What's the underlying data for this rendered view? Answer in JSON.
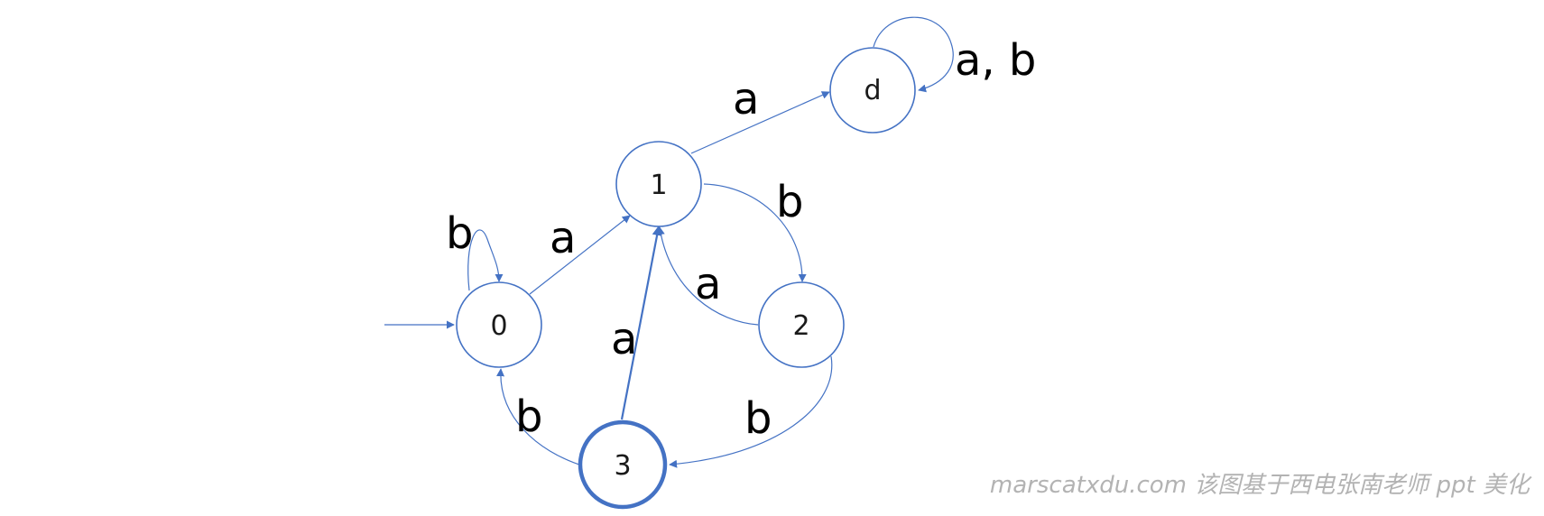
{
  "diagram": {
    "states": [
      {
        "id": "0",
        "label": "0",
        "start": true,
        "accepting": false
      },
      {
        "id": "1",
        "label": "1",
        "start": false,
        "accepting": false
      },
      {
        "id": "2",
        "label": "2",
        "start": false,
        "accepting": false
      },
      {
        "id": "3",
        "label": "3",
        "start": false,
        "accepting": true
      },
      {
        "id": "d",
        "label": "d",
        "start": false,
        "accepting": false
      }
    ],
    "transitions": [
      {
        "from": "0",
        "to": "0",
        "label": "b"
      },
      {
        "from": "0",
        "to": "1",
        "label": "a"
      },
      {
        "from": "1",
        "to": "d",
        "label": "a"
      },
      {
        "from": "1",
        "to": "2",
        "label": "b"
      },
      {
        "from": "2",
        "to": "1",
        "label": "a"
      },
      {
        "from": "2",
        "to": "3",
        "label": "b"
      },
      {
        "from": "3",
        "to": "1",
        "label": "a"
      },
      {
        "from": "3",
        "to": "0",
        "label": "b"
      },
      {
        "from": "d",
        "to": "d",
        "label": "a, b"
      }
    ],
    "colors": {
      "stroke": "#4472c4",
      "text": "#000000",
      "watermark": "#b3b3b3"
    }
  },
  "watermark": "marscatxdu.com 该图基于西电张南老师 ppt 美化"
}
